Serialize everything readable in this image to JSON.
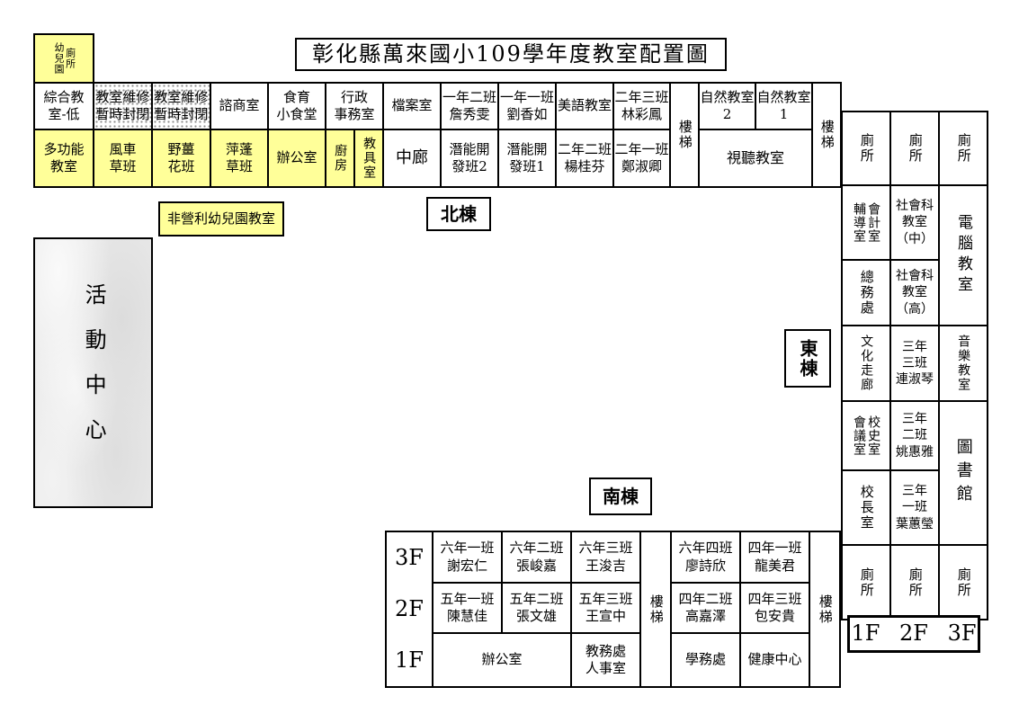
{
  "title": "彰化縣萬來國小109學年度教室配置圖",
  "labels": {
    "north_wing": "北棟",
    "east_wing": "東棟",
    "south_wing": "南棟",
    "floors_legend": "1F 2F 3F"
  },
  "annex": {
    "kindergarten_toilet": "幼兒園\n廁所",
    "nonprofit_kindergarten": "非營利幼兒園教室",
    "activity_center": "活動中心"
  },
  "north": {
    "top": [
      "綜合教\n室-低",
      "教室維修\n暫時封閉",
      "教室維修\n暫時封閉",
      "諮商室",
      "食育\n小食堂",
      "行政\n事務室",
      "檔案室",
      "一年二班\n詹秀雯",
      "一年一班\n劉香如",
      "美語教室",
      "二年三班\n林彩鳳"
    ],
    "bottom": [
      "多功能\n教室",
      "風車\n草班",
      "野薑\n花班",
      "萍蓬\n草班",
      "辦公室",
      "廚房",
      "教具室",
      "中廊",
      "潛能開\n發班2",
      "潛能開\n發班1",
      "二年二班\n楊桂芬",
      "二年一班\n鄭淑卿"
    ],
    "stair": "樓梯",
    "nature_room_2": "自然教室\n2",
    "nature_room_1": "自然教室\n1",
    "av_room": "視聽教室"
  },
  "east": {
    "toilet": "廁所",
    "counseling_accounting": "輔導室\n會計室",
    "social_studies_mid": "社會科\n教室\n（中）",
    "computer_room": "電腦教室",
    "general_affairs": "總務處",
    "social_studies_high": "社會科\n教室\n（高）",
    "culture_corridor": "文化走廊",
    "class_3_3": "三年\n三班\n連淑琴",
    "music_room": "音樂教室",
    "meeting_history": "會議室\n校史室",
    "class_3_2": "三年\n二班\n姚惠雅",
    "library": "圖書館",
    "principal_office": "校長室",
    "class_3_1": "三年\n一班\n葉蕙瑩"
  },
  "south": {
    "floors": [
      "3F",
      "2F",
      "1F"
    ],
    "stair": "樓梯",
    "f3": [
      "六年一班\n謝宏仁",
      "六年二班\n張峻嘉",
      "六年三班\n王浚吉",
      "六年四班\n廖詩欣",
      "四年一班\n龍美君"
    ],
    "f2": [
      "五年一班\n陳慧佳",
      "五年二班\n張文雄",
      "五年三班\n王宣中",
      "四年二班\n高嘉澤",
      "四年三班\n包安貴"
    ],
    "f1": [
      "辦公室",
      "教務處\n人事室",
      "學務處",
      "健康中心"
    ]
  },
  "colors": {
    "highlight_yellow": "#ffff99",
    "border_black": "#000000",
    "marble_gray": "#e9e9e9"
  }
}
